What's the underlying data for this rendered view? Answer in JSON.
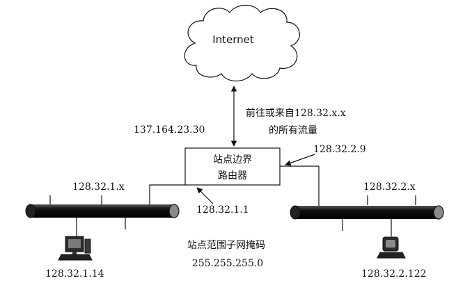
{
  "cloud": {
    "label": "Internet"
  },
  "internet_link": {
    "ip": "137.164.23.30",
    "traffic_line1": "前往或来自128.32.x.x",
    "traffic_line2": "的所有流量"
  },
  "router": {
    "line1": "站点边界",
    "line2": "路由器"
  },
  "router_ports": {
    "right_ip": "128.32.2.9",
    "left_ip": "128.32.1.1"
  },
  "subnet_left": {
    "label": "128.32.1.x",
    "host_ip": "128.32.1.14",
    "host_icon": "desktop-computer-icon"
  },
  "subnet_right": {
    "label": "128.32.2.x",
    "host_ip": "128.32.2.122",
    "host_icon": "desktop-computer-icon"
  },
  "mask": {
    "title": "站点范围子网掩码",
    "value": "255.255.255.0"
  }
}
